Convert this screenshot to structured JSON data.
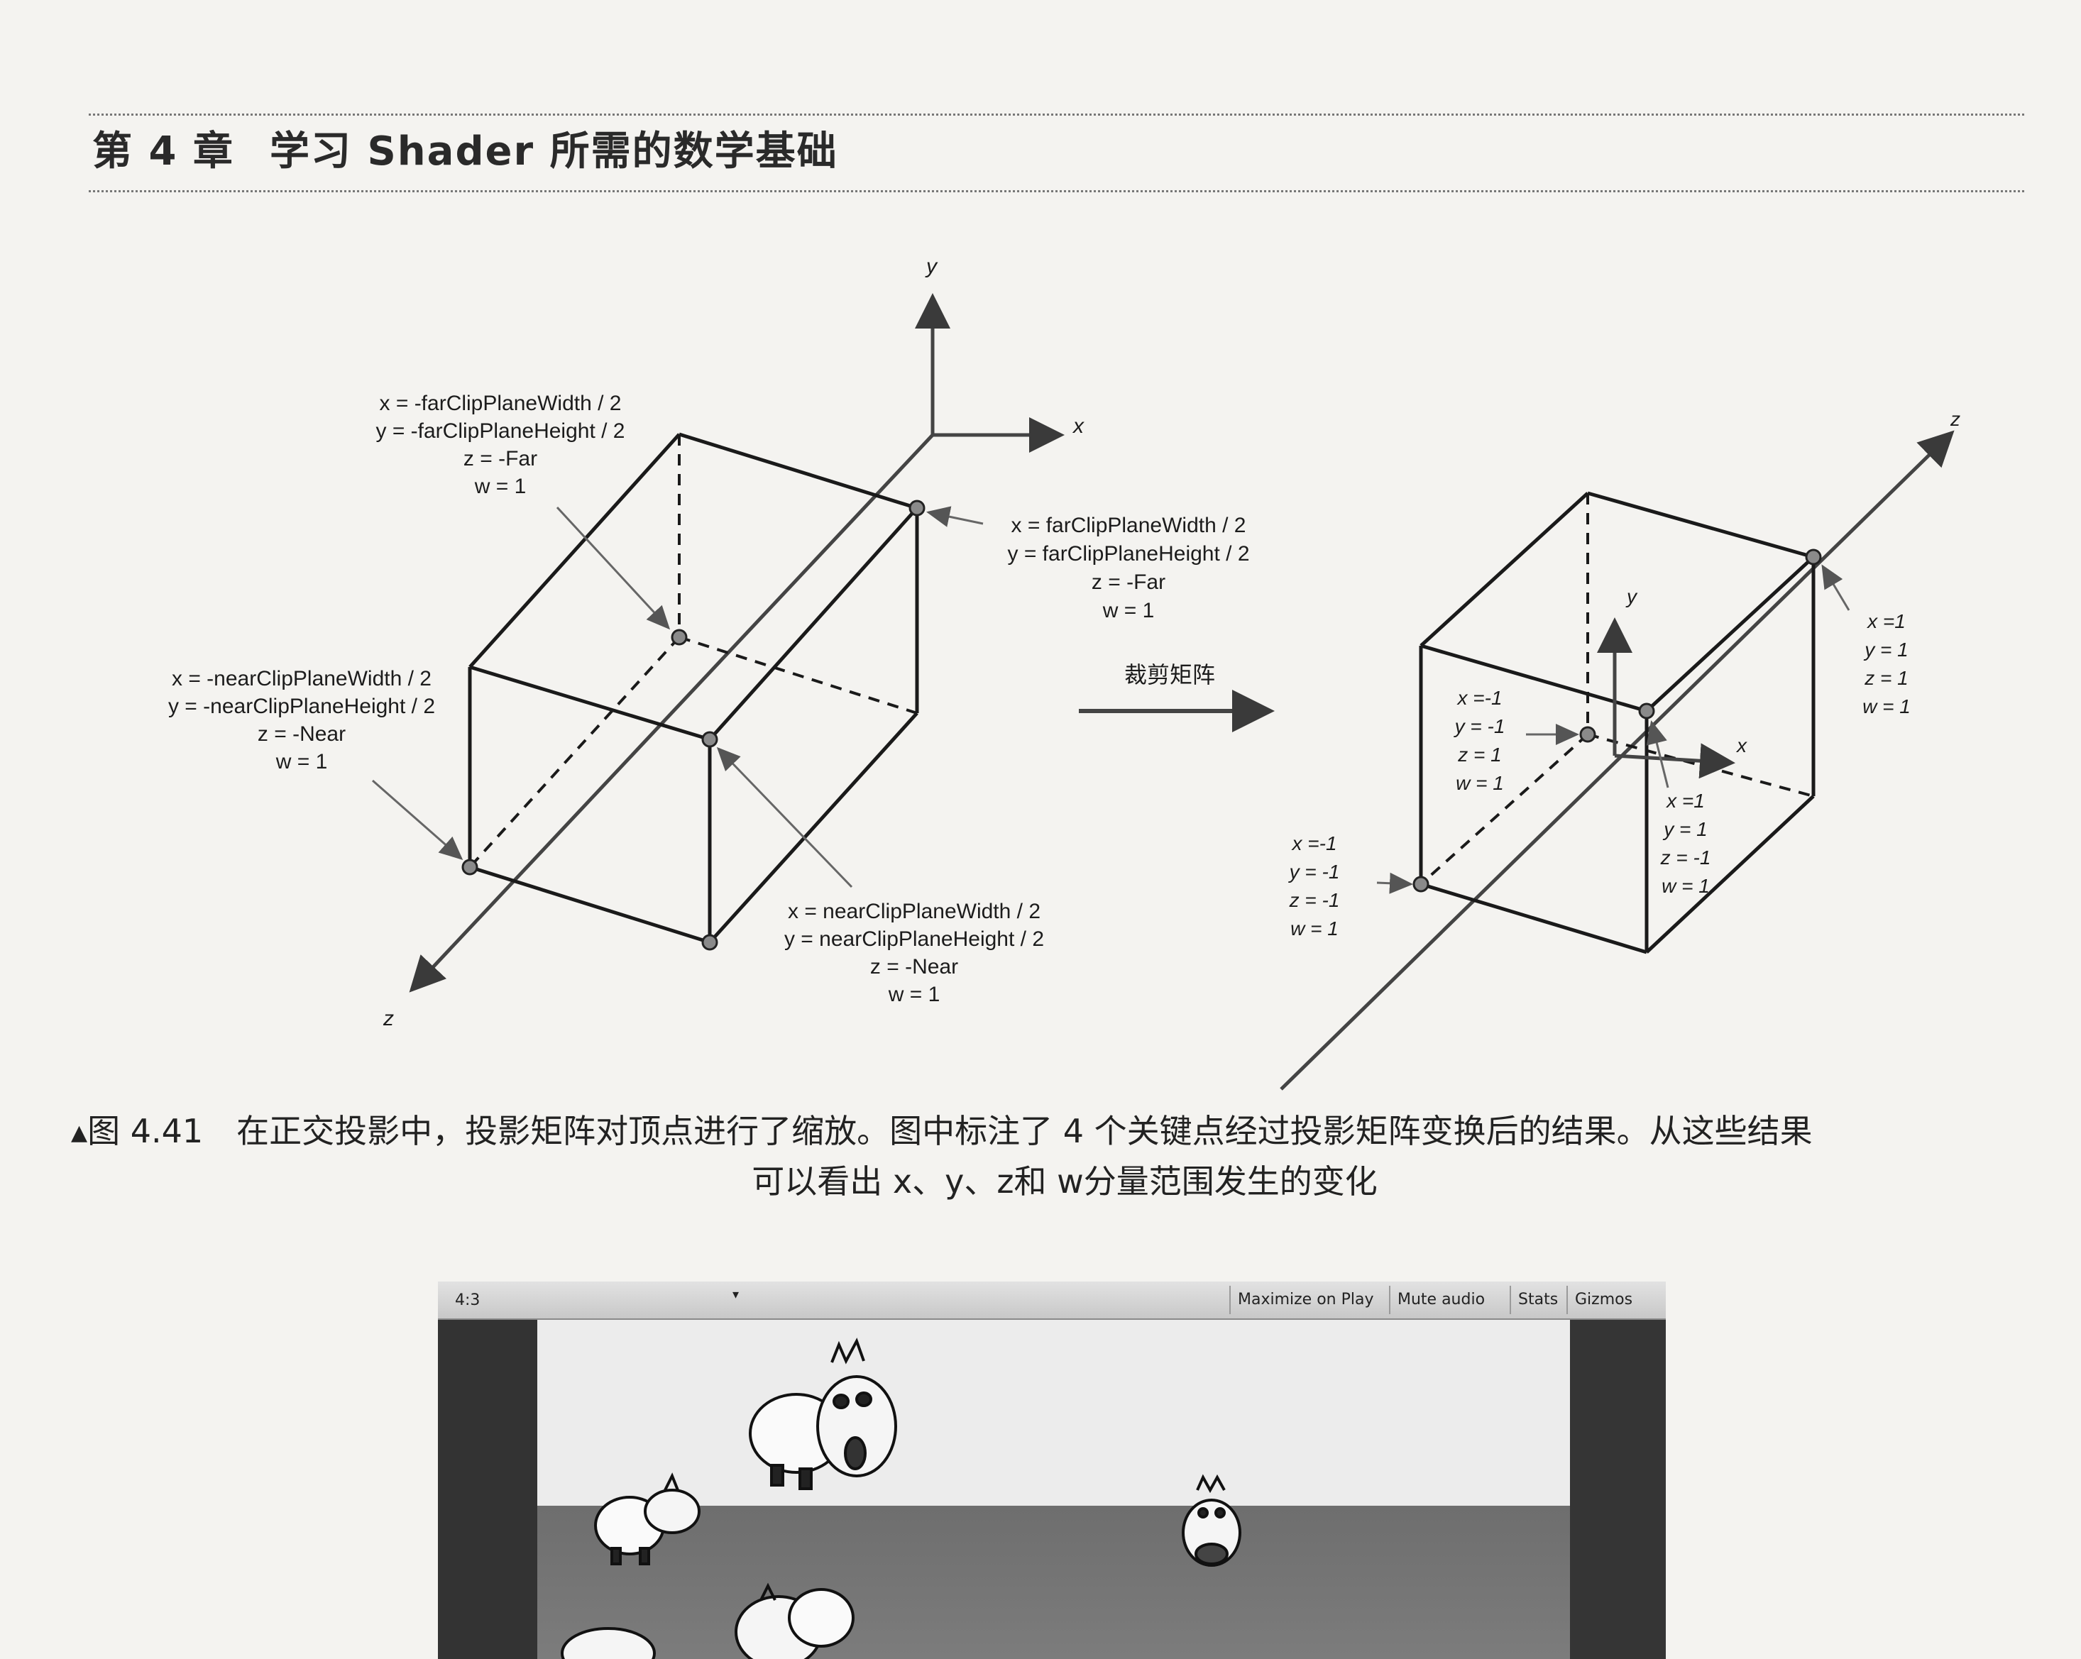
{
  "header": {
    "chapter": "第 4 章",
    "title": "学习 Shader 所需的数学基础"
  },
  "figure": {
    "left_axes": {
      "x": "x",
      "y": "y",
      "z": "z"
    },
    "right_axes": {
      "x": "x",
      "y": "y",
      "z": "z"
    },
    "arrow_label": "裁剪矩阵",
    "left_labels": {
      "far_bottom_left": [
        "x = -farClipPlaneWidth / 2",
        "y = -farClipPlaneHeight / 2",
        "z = -Far",
        "w = 1"
      ],
      "far_top_right": [
        "x = farClipPlaneWidth / 2",
        "y = farClipPlaneHeight / 2",
        "z = -Far",
        "w = 1"
      ],
      "near_bottom_left": [
        "x = -nearClipPlaneWidth / 2",
        "y = -nearClipPlaneHeight / 2",
        "z = -Near",
        "w = 1"
      ],
      "near_top_right": [
        "x = nearClipPlaneWidth / 2",
        "y = nearClipPlaneHeight / 2",
        "z = -Near",
        "w = 1"
      ]
    },
    "right_labels": {
      "top_right": [
        "x =1",
        "y = 1",
        "z = 1",
        "w = 1"
      ],
      "inner_left": [
        "x =-1",
        "y = -1",
        "z = 1",
        "w = 1"
      ],
      "inner_right": [
        "x =1",
        "y = 1",
        "z = -1",
        "w = 1"
      ],
      "bottom_left": [
        "x =-1",
        "y = -1",
        "z = -1",
        "w = 1"
      ]
    }
  },
  "caption": {
    "marker": "▲",
    "label": "图 4.41",
    "line1": "在正交投影中，投影矩阵对顶点进行了缩放。图中标注了 4 个关键点经过投影矩阵变换后的结果。从这些结果",
    "line2": "可以看出 x、y、z和 w分量范围发生的变化"
  },
  "game_view": {
    "aspect": "4:3",
    "buttons": [
      "Maximize on Play",
      "Mute audio",
      "Stats",
      "Gizmos"
    ]
  }
}
